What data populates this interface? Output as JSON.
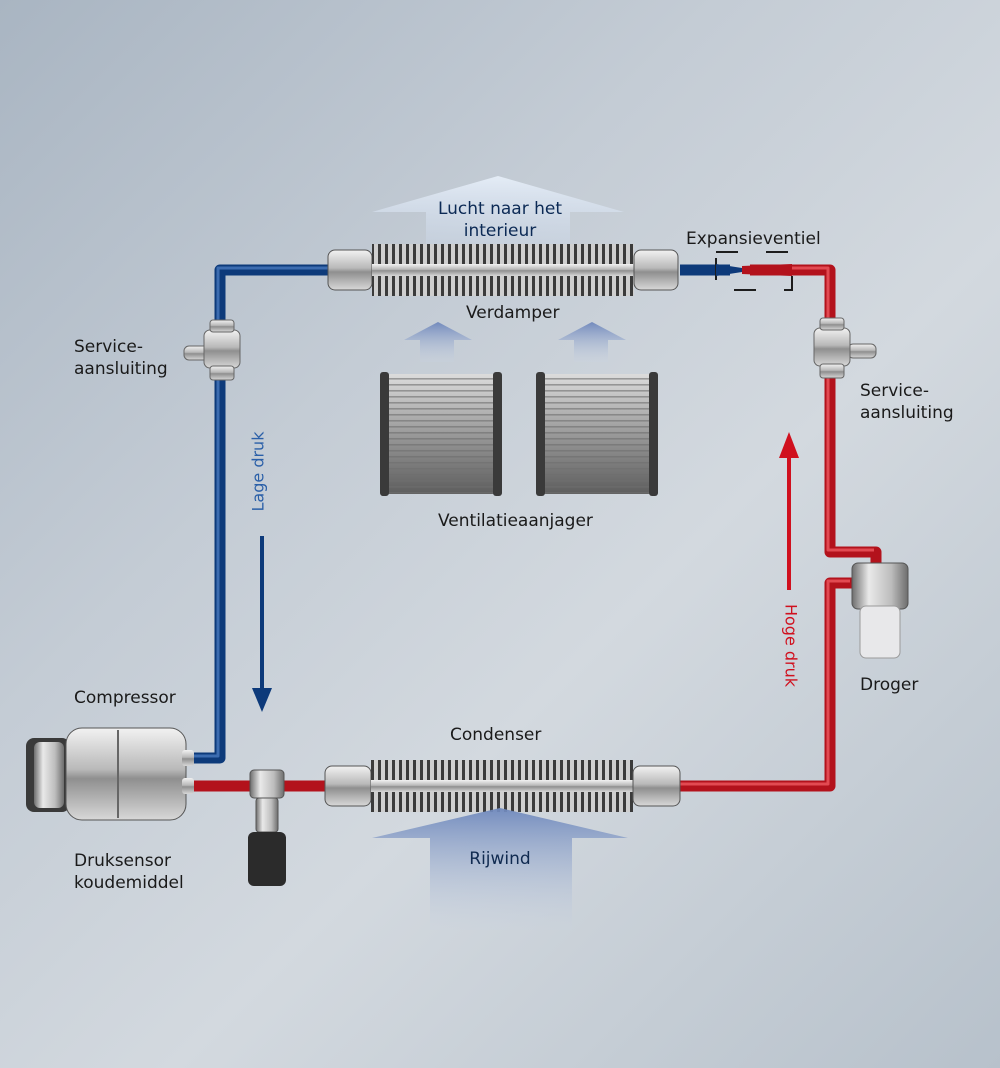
{
  "labels": {
    "air_to_interior": "Lucht naar het\ninterieur",
    "expansion_valve": "Expansieventiel",
    "evaporator": "Verdamper",
    "service_left": "Service-\naansluiting",
    "service_right": "Service-\naansluiting",
    "low_pressure": "Lage druk",
    "high_pressure": "Hoge druk",
    "fan": "Ventilatieaanjager",
    "dryer": "Droger",
    "compressor": "Compressor",
    "condenser": "Condenser",
    "pressure_sensor": "Druksensor\nkoudemiddel",
    "driving_wind": "Rijwind"
  },
  "colors": {
    "low_pressure_line": "#0d3a7a",
    "high_pressure_line": "#b3121c",
    "arrow_blue": "#0d3a7a",
    "arrow_red": "#d0101e"
  }
}
